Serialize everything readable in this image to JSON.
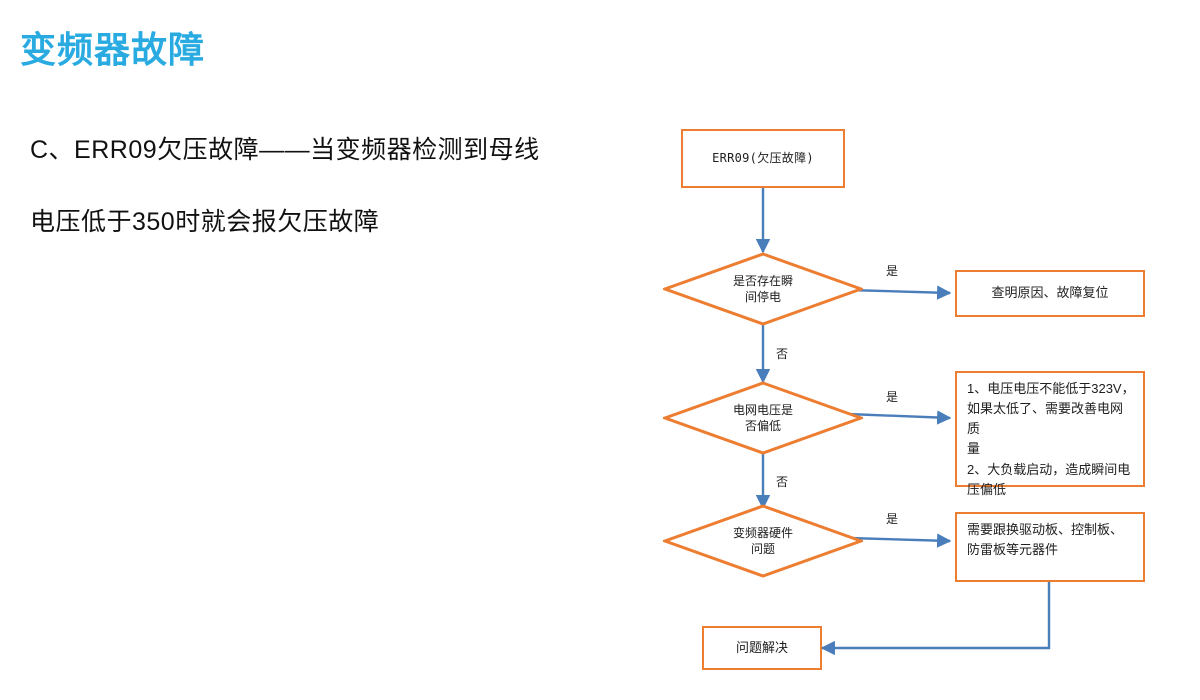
{
  "slide": {
    "title": "变频器故障",
    "title_color": "#29abe2",
    "body_lines": [
      "C、ERR09欠压故障——当变频器检测到母线",
      "电压低于350时就会报欠压故障"
    ]
  },
  "theme": {
    "node_border_color": "#ed7d31",
    "node_fill_color": "#ffffff",
    "connector_color": "#4a7ebb",
    "text_color": "#202020"
  },
  "flowchart": {
    "type": "flowchart",
    "nodes": [
      {
        "id": "start",
        "shape": "box",
        "text": "ERR09(欠压故障)"
      },
      {
        "id": "d1",
        "shape": "diamond",
        "text_lines": [
          "是否存在瞬",
          "间停电"
        ]
      },
      {
        "id": "a1",
        "shape": "box",
        "text": "查明原因、故障复位"
      },
      {
        "id": "d2",
        "shape": "diamond",
        "text_lines": [
          "电网电压是",
          "否偏低"
        ]
      },
      {
        "id": "a2",
        "shape": "box",
        "text_lines": [
          "1、电压电压不能低于323V，",
          "如果太低了、需要改善电网质",
          "量",
          "2、大负载启动，造成瞬间电",
          "压偏低"
        ]
      },
      {
        "id": "d3",
        "shape": "diamond",
        "text_lines": [
          "变频器硬件",
          "问题"
        ]
      },
      {
        "id": "a3",
        "shape": "box",
        "text_lines": [
          "需要跟换驱动板、控制板、",
          "防雷板等元器件"
        ]
      },
      {
        "id": "end",
        "shape": "box",
        "text": "问题解决"
      }
    ],
    "edge_labels": {
      "d1_yes": "是",
      "d1_no": "否",
      "d2_yes": "是",
      "d2_no": "否",
      "d3_yes": "是"
    }
  }
}
